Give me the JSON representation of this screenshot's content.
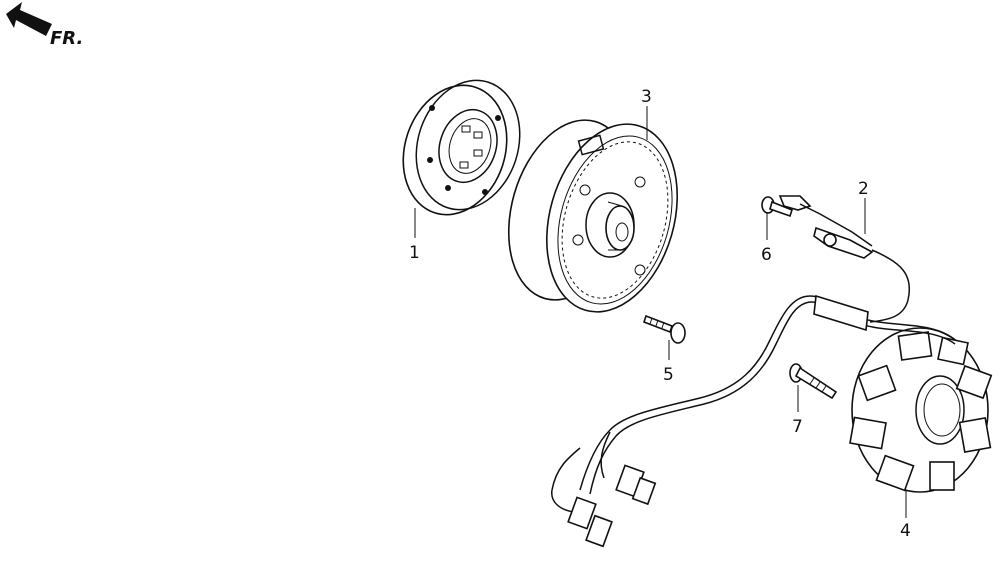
{
  "direction_label": "FR.",
  "parts": [
    {
      "number": "1"
    },
    {
      "number": "2"
    },
    {
      "number": "3"
    },
    {
      "number": "4"
    },
    {
      "number": "5"
    },
    {
      "number": "6"
    },
    {
      "number": "7"
    }
  ],
  "icons": {
    "direction_arrow": "front-direction-arrow-icon"
  }
}
